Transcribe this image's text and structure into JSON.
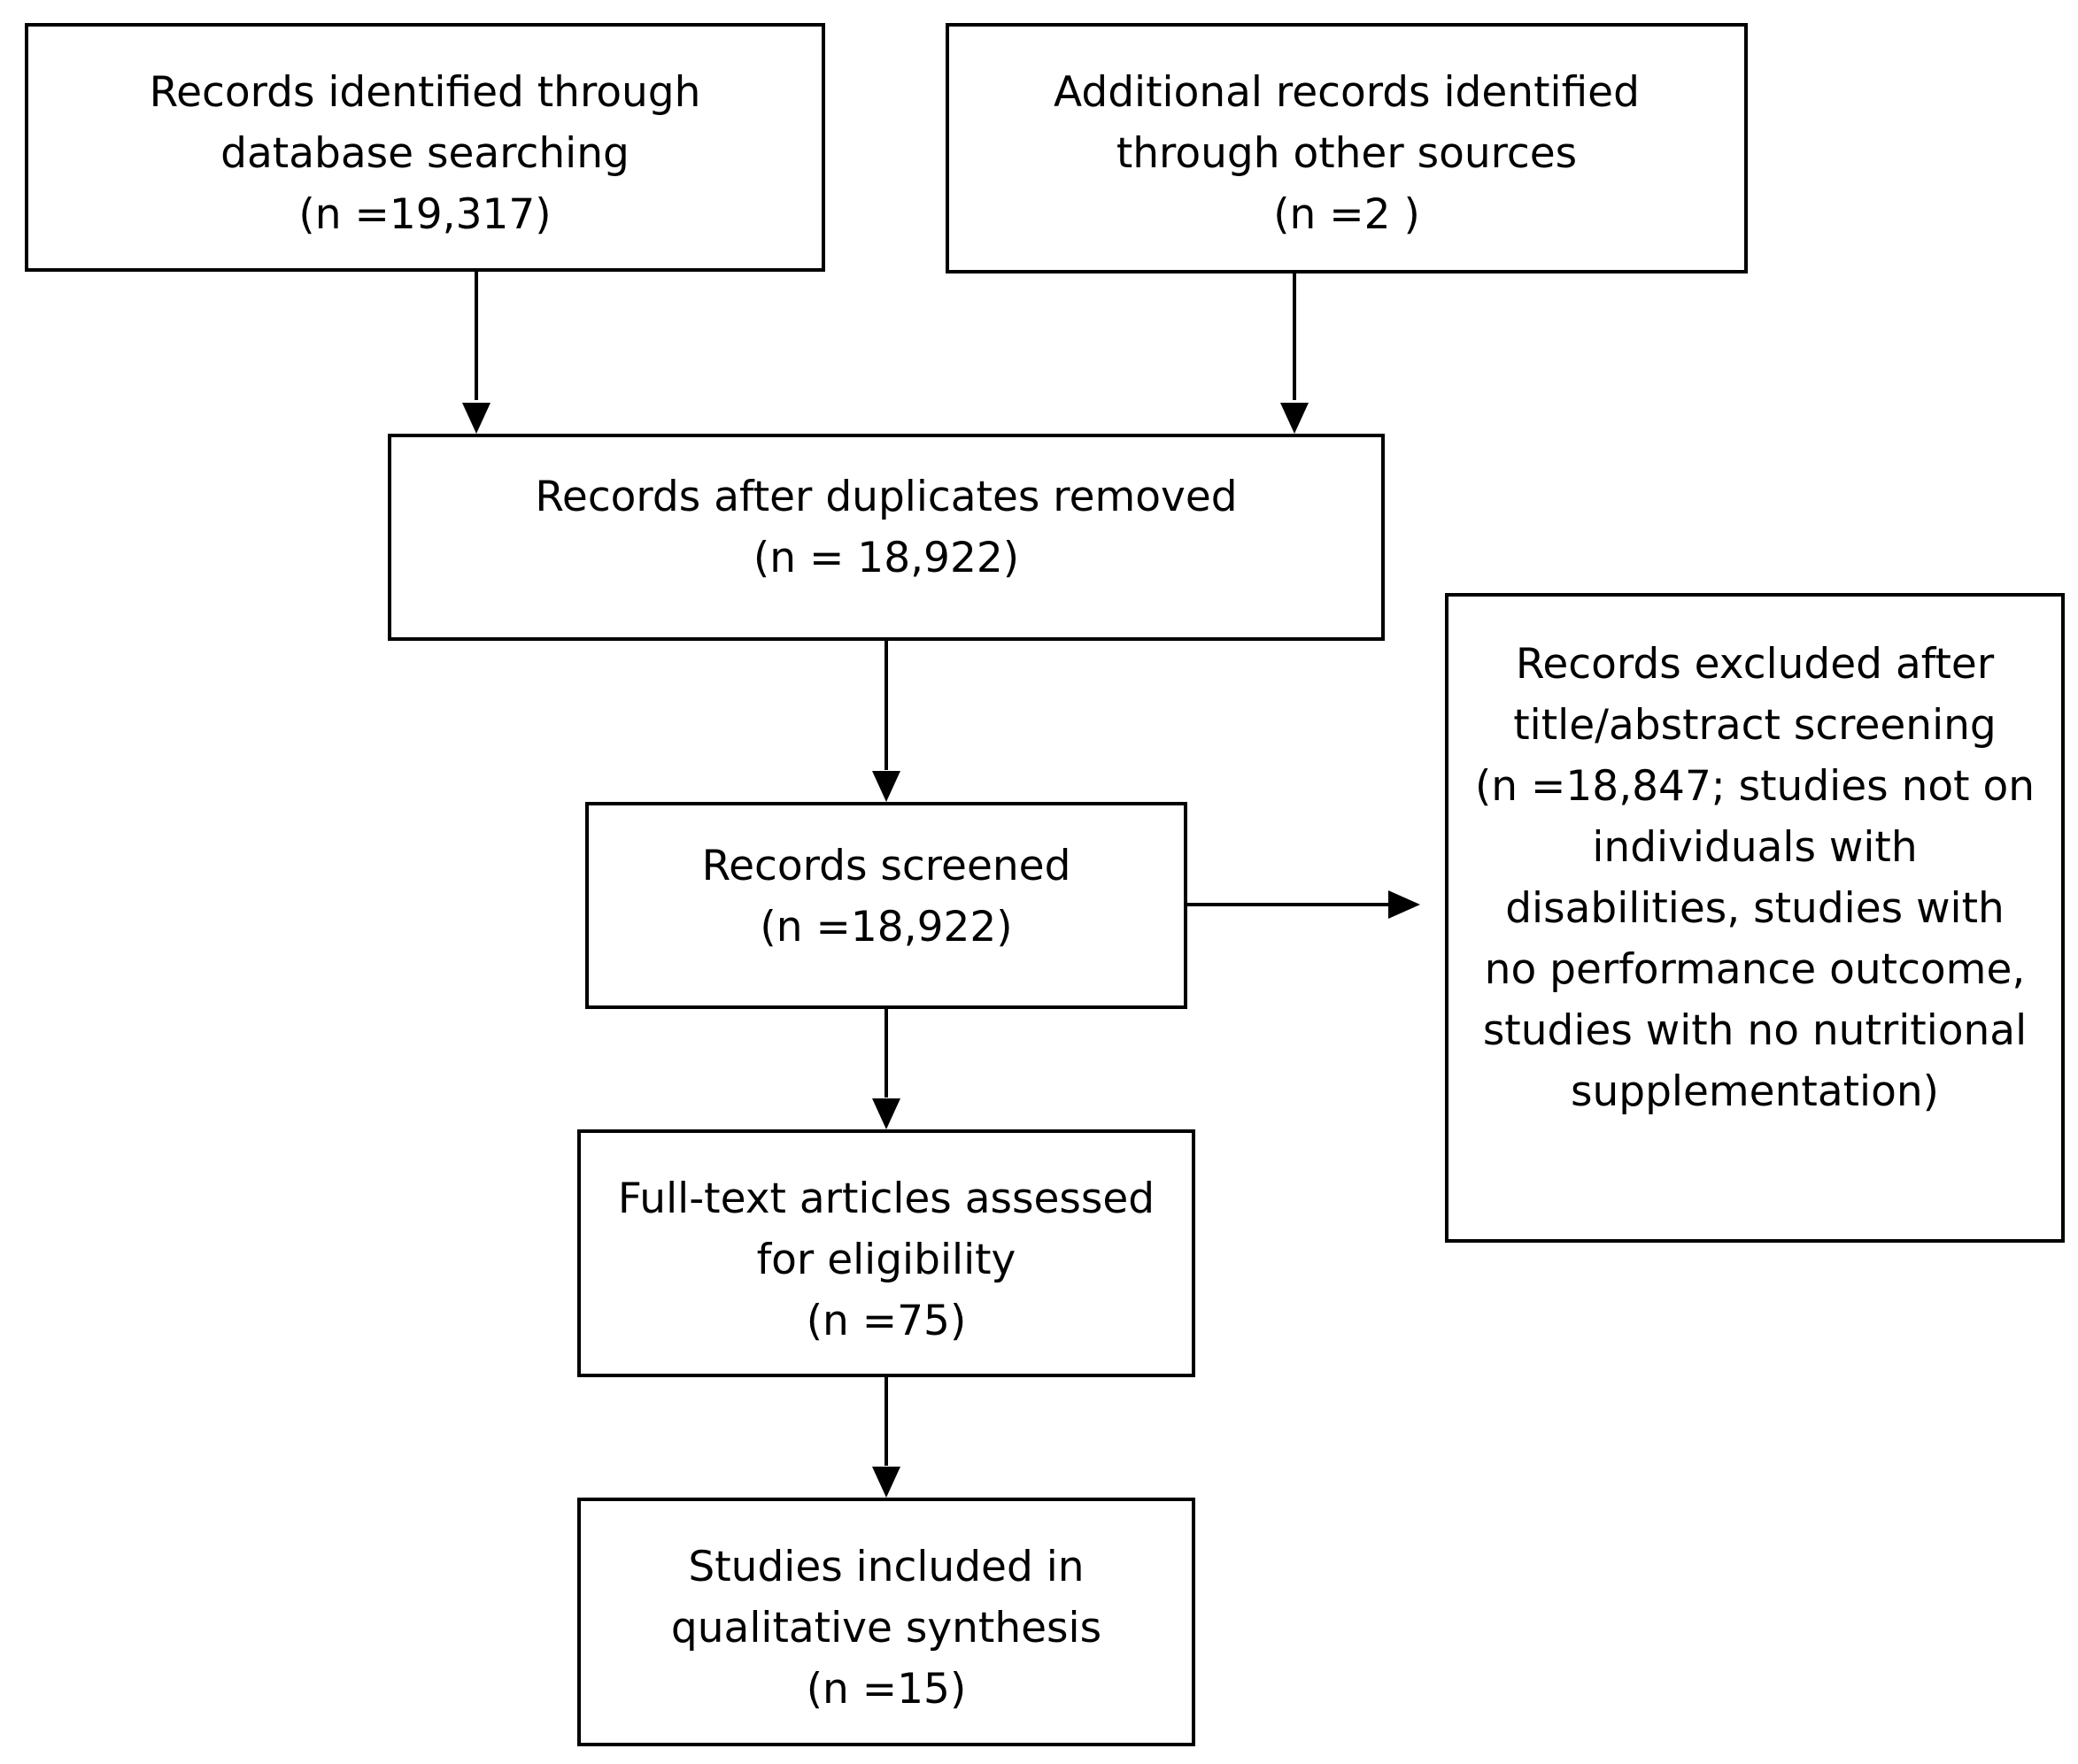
{
  "boxes": {
    "identified_db": {
      "lines": [
        "Records identified through",
        "database searching",
        "(n =19,317)"
      ]
    },
    "identified_other": {
      "lines": [
        "Additional records identified",
        "through other sources",
        "(n =2 )"
      ]
    },
    "after_duplicates": {
      "lines": [
        "Records after duplicates removed",
        "(n = 18,922)"
      ]
    },
    "screened": {
      "lines": [
        "Records screened",
        "(n =18,922)"
      ]
    },
    "excluded": {
      "lines": [
        "Records excluded after",
        "title/abstract screening",
        "(n =18,847; studies not on",
        "individuals with",
        "disabilities, studies with",
        "no performance outcome,",
        "studies with no nutritional",
        "supplementation)"
      ]
    },
    "full_text": {
      "lines": [
        "Full-text articles assessed",
        "for eligibility",
        "(n =75)"
      ]
    },
    "included": {
      "lines": [
        "Studies included in",
        "qualitative synthesis",
        "(n =15)"
      ]
    }
  }
}
